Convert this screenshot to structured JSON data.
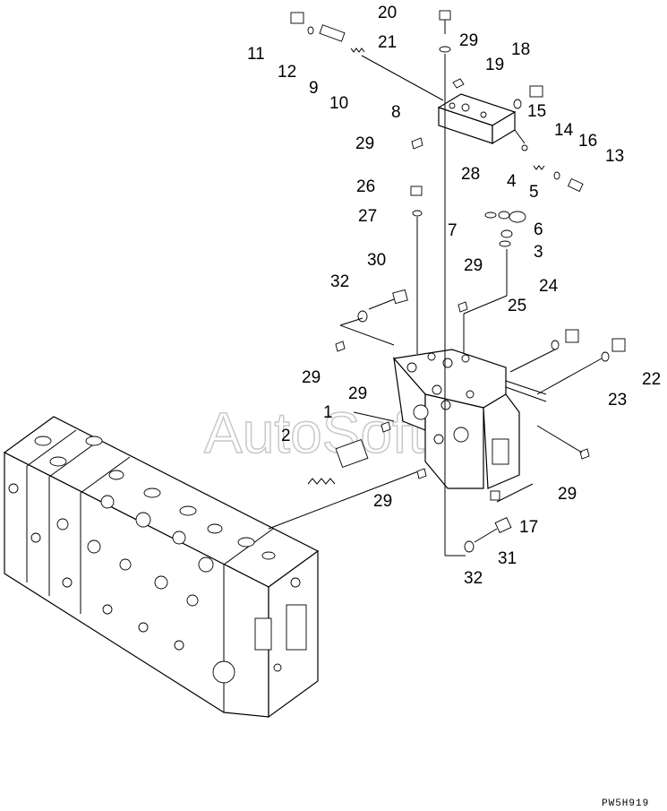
{
  "watermark": "AutoSoft",
  "drawing_code": "PW5H919",
  "callouts": [
    {
      "id": "c11",
      "text": "11"
    },
    {
      "id": "c12",
      "text": "12"
    },
    {
      "id": "c9",
      "text": "9"
    },
    {
      "id": "c10",
      "text": "10"
    },
    {
      "id": "c20",
      "text": "20"
    },
    {
      "id": "c21",
      "text": "21"
    },
    {
      "id": "c29a",
      "text": "29"
    },
    {
      "id": "c18",
      "text": "18"
    },
    {
      "id": "c19",
      "text": "19"
    },
    {
      "id": "c8",
      "text": "8"
    },
    {
      "id": "c15",
      "text": "15"
    },
    {
      "id": "c29b",
      "text": "29"
    },
    {
      "id": "c14",
      "text": "14"
    },
    {
      "id": "c16",
      "text": "16"
    },
    {
      "id": "c13",
      "text": "13"
    },
    {
      "id": "c26",
      "text": "26"
    },
    {
      "id": "c28",
      "text": "28"
    },
    {
      "id": "c4",
      "text": "4"
    },
    {
      "id": "c5",
      "text": "5"
    },
    {
      "id": "c27",
      "text": "27"
    },
    {
      "id": "c7",
      "text": "7"
    },
    {
      "id": "c6",
      "text": "6"
    },
    {
      "id": "c3",
      "text": "3"
    },
    {
      "id": "c30",
      "text": "30"
    },
    {
      "id": "c29c",
      "text": "29"
    },
    {
      "id": "c32a",
      "text": "32"
    },
    {
      "id": "c24",
      "text": "24"
    },
    {
      "id": "c25",
      "text": "25"
    },
    {
      "id": "c29d",
      "text": "29"
    },
    {
      "id": "c22",
      "text": "22"
    },
    {
      "id": "c23",
      "text": "23"
    },
    {
      "id": "c29e",
      "text": "29"
    },
    {
      "id": "c1",
      "text": "1"
    },
    {
      "id": "c2",
      "text": "2"
    },
    {
      "id": "c29f",
      "text": "29"
    },
    {
      "id": "c29g",
      "text": "29"
    },
    {
      "id": "c17",
      "text": "17"
    },
    {
      "id": "c31",
      "text": "31"
    },
    {
      "id": "c32b",
      "text": "32"
    }
  ]
}
